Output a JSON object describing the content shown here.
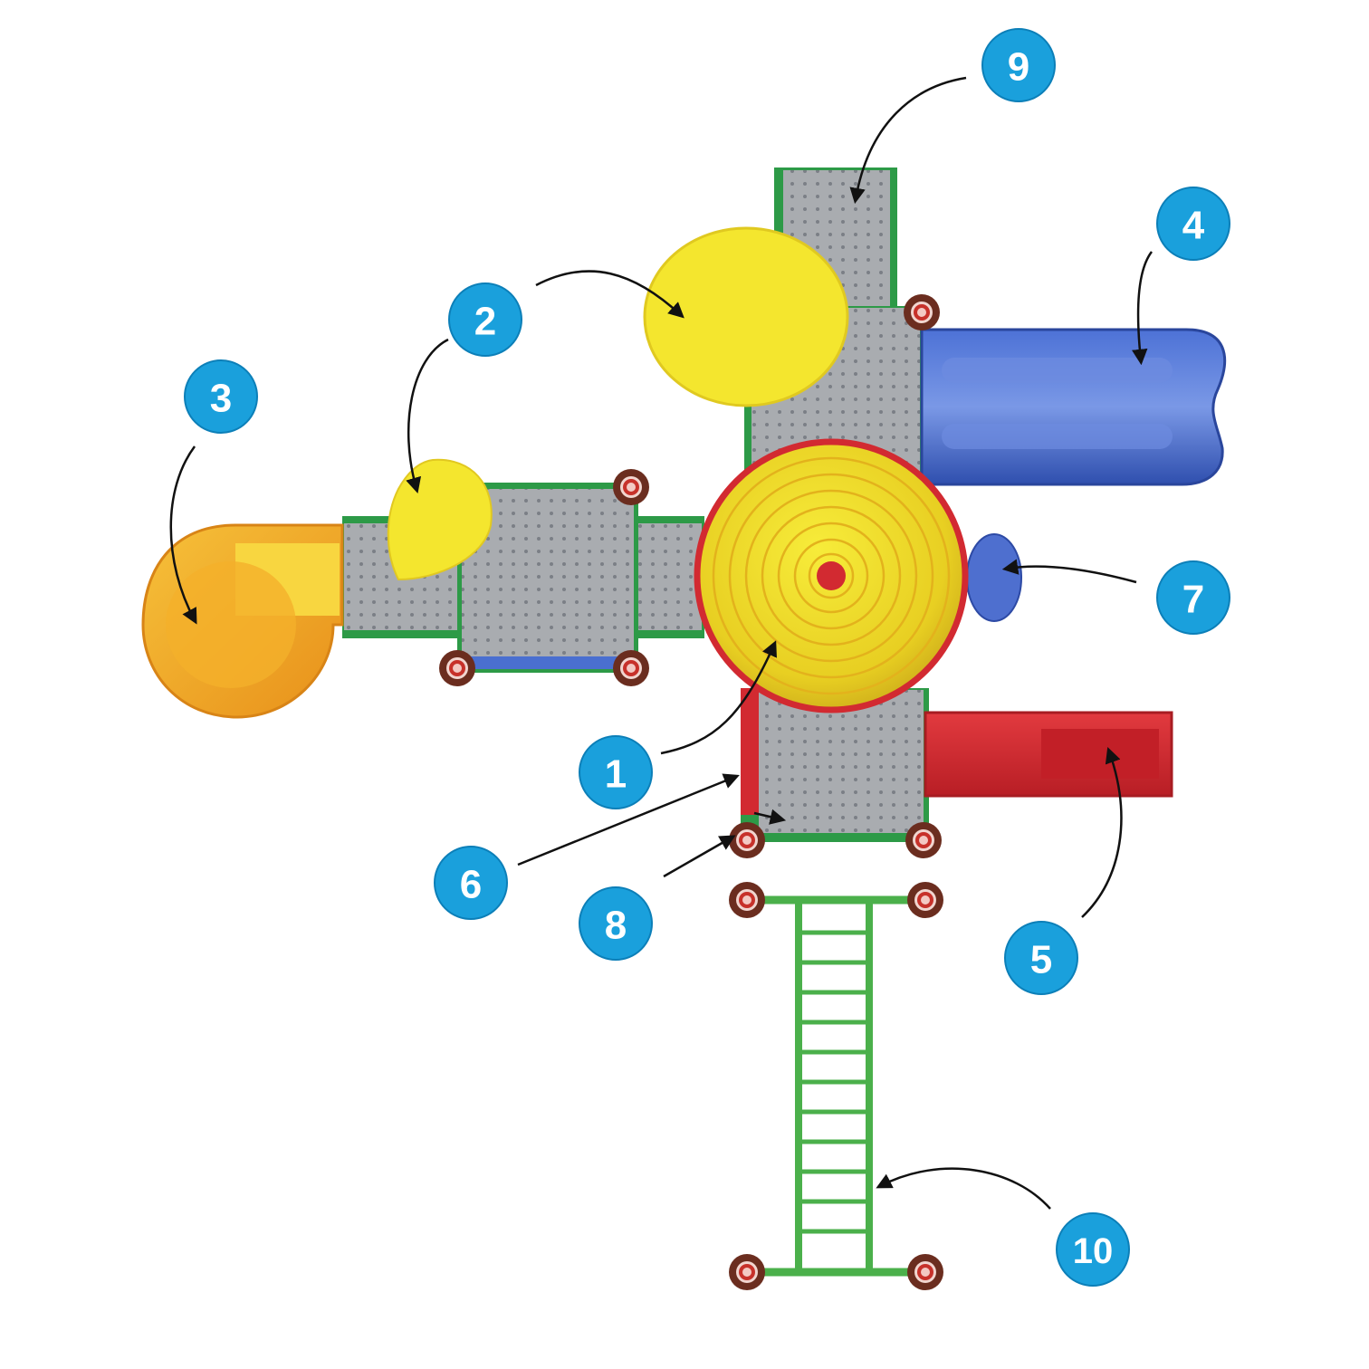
{
  "colors": {
    "callout": "#1aa0dc",
    "callout_ring": "#0c7fb8",
    "deck": "#a7aaae",
    "deck_dots": "#7c8086",
    "frame": "#2d9a47",
    "post_outer": "#6b2d1f",
    "post_ring": "#c7312a",
    "yellow": "#f2e22c",
    "orange": "#f5a71b",
    "blue": "#3c5fc4",
    "red": "#d9272f",
    "ladder": "#4bb04b"
  },
  "callouts": [
    {
      "id": "1",
      "text": "1"
    },
    {
      "id": "2",
      "text": "2"
    },
    {
      "id": "3",
      "text": "3"
    },
    {
      "id": "4",
      "text": "4"
    },
    {
      "id": "5",
      "text": "5"
    },
    {
      "id": "6",
      "text": "6"
    },
    {
      "id": "7",
      "text": "7"
    },
    {
      "id": "8",
      "text": "8"
    },
    {
      "id": "9",
      "text": "9"
    },
    {
      "id": "10",
      "text": "10"
    }
  ],
  "icons": [
    "arrow-pointer-icon"
  ]
}
